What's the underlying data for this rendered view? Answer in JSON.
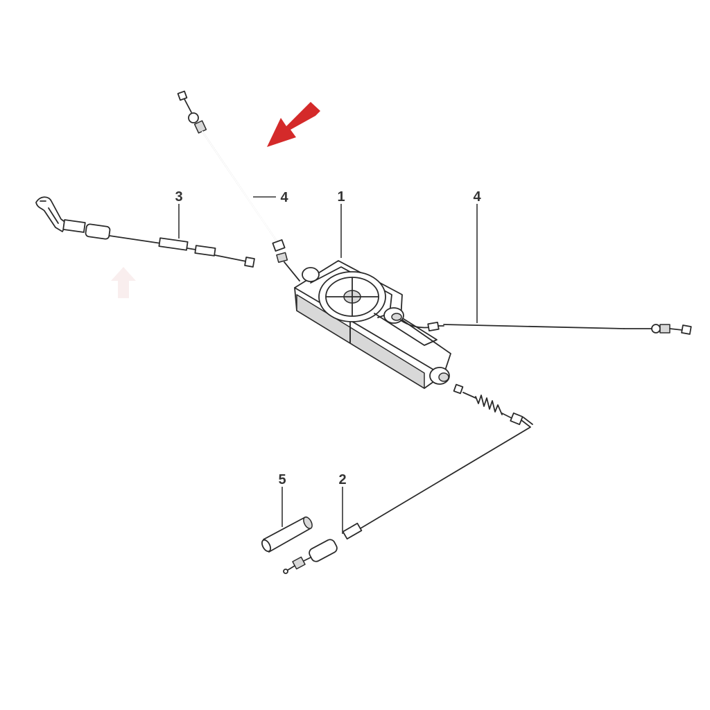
{
  "callouts": {
    "part_1": "1",
    "part_2": "2",
    "part_3": "3",
    "part_4_upper": "4",
    "part_4_right": "4",
    "part_5": "5"
  },
  "colors": {
    "highlight_arrow": "#d42a2a",
    "line_art": "#2a2a2a",
    "background": "#ffffff"
  }
}
